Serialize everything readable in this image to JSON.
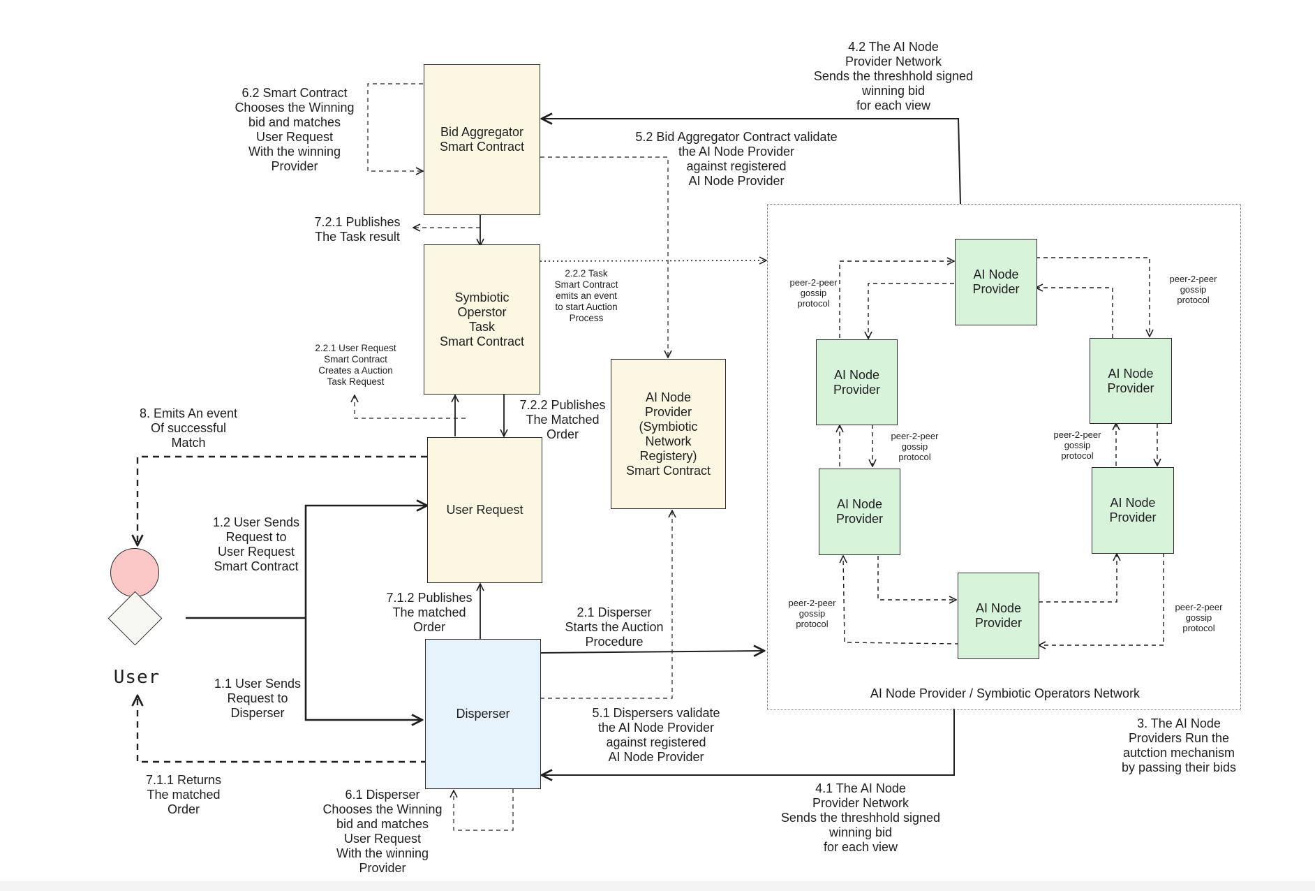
{
  "nodes": {
    "bid_aggregator": "Bid Aggregator\nSmart Contract",
    "symbiotic_task": "Symbiotic\nOperstor\nTask\nSmart Contract",
    "user_request": "User Request",
    "disperser": "Disperser",
    "ai_registry": "AI Node\nProvider\n(Symbiotic\nNetwork\nRegistery)\nSmart Contract",
    "provider": "AI Node\nProvider",
    "user": "User"
  },
  "network_title": "AI Node Provider / Symbiotic Operators Network",
  "gossip": "peer-2-peer\ngossip\nprotocol",
  "labels": {
    "l_4_2": "4.2 The AI Node\nProvider Network\nSends the threshhold signed\nwinning bid\nfor each view",
    "l_6_2": "6.2 Smart Contract\nChooses the Winning\nbid and matches\nUser Request\nWith the winning\nProvider",
    "l_5_2": "5.2 Bid Aggregator Contract validate\nthe AI Node Provider\nagainst registered\nAI Node Provider",
    "l_7_2_1": "7.2.1 Publishes\nThe Task result",
    "l_2_2_2": "2.2.2 Task\nSmart Contract\nemits an event\nto start Auction\nProcess",
    "l_2_2_1": "2.2.1 User Request\nSmart Contract\nCreates a Auction\nTask Request",
    "l_8": "8. Emits An event\nOf successful\nMatch",
    "l_7_2_2": "7.2.2 Publishes\nThe Matched\nOrder",
    "l_1_2": "1.2 User Sends\nRequest to\nUser Request\nSmart Contract",
    "l_7_1_2": "7.1.2 Publishes\nThe matched\nOrder",
    "l_2_1": "2.1 Disperser\nStarts the Auction\nProcedure",
    "l_1_1": "1.1 User Sends\nRequest to\nDisperser",
    "l_5_1": "5.1 Dispersers validate\nthe AI Node Provider\nagainst registered\nAI Node Provider",
    "l_3": "3. The AI Node\nProviders Run the\nautction mechanism\nby passing their bids",
    "l_7_1_1": "7.1.1 Returns\nThe matched\nOrder",
    "l_6_1": "6.1 Disperser\nChooses the Winning\nbid and matches\nUser Request\nWith the winning\nProvider",
    "l_4_1": "4.1 The AI Node\nProvider Network\nSends the threshhold signed\nwinning bid\nfor each view"
  }
}
